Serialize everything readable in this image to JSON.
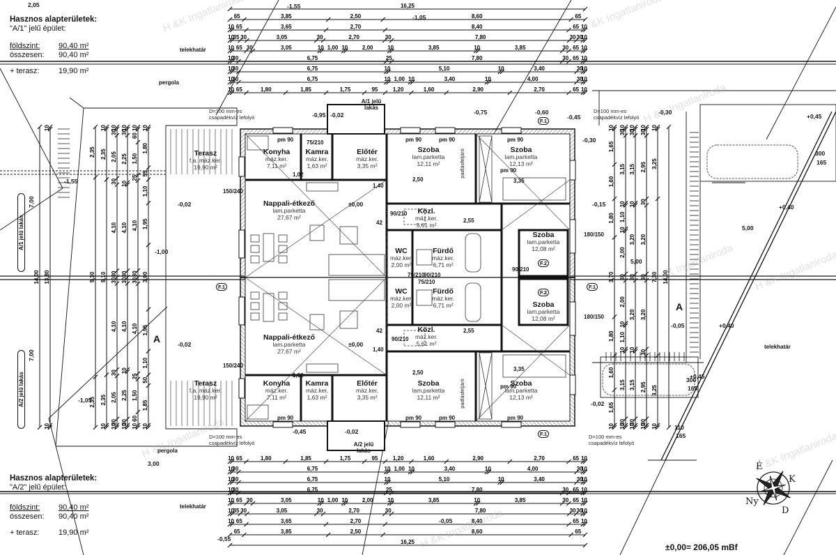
{
  "summary": {
    "a1": {
      "heading": "Hasznos alapterületek:",
      "building": "\"A/1\" jelű épület:",
      "rows": [
        {
          "label": "földszint:",
          "value": "90,40 m²"
        },
        {
          "label": "összesen:",
          "value": "90,40 m²"
        }
      ],
      "terrace": {
        "label": "+ terasz:",
        "value": "19,90 m²"
      }
    },
    "a2": {
      "heading": "Hasznos alapterületek:",
      "building": "\"A/2\" jelű épület:",
      "rows": [
        {
          "label": "földszint:",
          "value": "90,40 m²"
        },
        {
          "label": "összesen:",
          "value": "90,40 m²"
        }
      ],
      "terrace": {
        "label": "+ terasz:",
        "value": "19,90 m²"
      }
    }
  },
  "elevation_reference": "±0,00= 206,05 mBf",
  "labels": {
    "pergola": "pergola",
    "property_line": "telekhatár",
    "unit_a1": "A/1 jelű lakás",
    "unit_a2": "A/2 jelű lakás",
    "drain_1": "D=100 mm-es",
    "drain_2": "csapadékvíz lefolyó",
    "attic_stair": "padlásfeljáró",
    "section": "A",
    "window_f1": "F.1",
    "window_f2": "F.2",
    "left_unit_a1": "A/1 jelű lakás",
    "left_unit_a2": "A/2 jelű lakás"
  },
  "compass": {
    "north": "É",
    "east": "K",
    "south": "D",
    "west": "Ny"
  },
  "watermark": "H &K Ingatlaniroda",
  "rooms": {
    "a1": [
      {
        "name": "Terasz",
        "finish": "f.a. máz.ker.",
        "area": "19,90 m²"
      },
      {
        "name": "Konyha",
        "finish": "máz.ker.",
        "area": "7,11 m²"
      },
      {
        "name": "Kamra",
        "finish": "máz.ker.",
        "area": "1,63 m²"
      },
      {
        "name": "Előtér",
        "finish": "máz.ker.",
        "area": "3,35 m²"
      },
      {
        "name": "Szoba",
        "finish": "lam.parketta",
        "area": "12,11 m²"
      },
      {
        "name": "Szoba",
        "finish": "lam.parketta",
        "area": "12,13 m²"
      },
      {
        "name": "Nappali-étkező",
        "finish": "lam.parketta",
        "area": "27,67 m²"
      },
      {
        "name": "Közl.",
        "finish": "máz.ker.",
        "area": "5,61 m²"
      },
      {
        "name": "WC",
        "finish": "máz.ker.",
        "area": "2,00 m²"
      },
      {
        "name": "Fürdő",
        "finish": "máz.ker.",
        "area": "6,71 m²"
      },
      {
        "name": "Szoba",
        "finish": "lam.parketta",
        "area": "12,08 m²"
      }
    ],
    "a2": [
      {
        "name": "Terasz",
        "finish": "f.a. máz.ker.",
        "area": "19,90 m²"
      },
      {
        "name": "Konyha",
        "finish": "máz.ker.",
        "area": "7,11 m²"
      },
      {
        "name": "Kamra",
        "finish": "máz.ker.",
        "area": "1,63 m²"
      },
      {
        "name": "Előtér",
        "finish": "máz.ker.",
        "area": "3,35 m²"
      },
      {
        "name": "Szoba",
        "finish": "lam.parketta",
        "area": "12,11 m²"
      },
      {
        "name": "Szoba",
        "finish": "lam.parketta",
        "area": "12,13 m²"
      },
      {
        "name": "Nappali-étkező",
        "finish": "lam.parketta",
        "area": "27,67 m²"
      },
      {
        "name": "Közl.",
        "finish": "máz.ker.",
        "area": "5,61 m²"
      },
      {
        "name": "WC",
        "finish": "máz.ker.",
        "area": "2,00 m²"
      },
      {
        "name": "Fürdő",
        "finish": "máz.ker.",
        "area": "6,71 m²"
      },
      {
        "name": "Szoba",
        "finish": "lam.parketta",
        "area": "12,08 m²"
      }
    ]
  },
  "levels": [
    "2,05",
    "-1,55",
    "-1,05",
    "-0,55",
    "-0,05",
    "-0,95",
    "-0,02",
    "-0,75",
    "-0,60",
    "-0,45",
    "-0,30",
    "+0,45",
    "-0,30",
    "±0,00",
    "-0,02",
    "-0,15",
    "+0,40",
    "-1,55",
    "-1,00",
    "±0,00",
    "-0,02",
    "-0,05",
    "+0,40",
    "+0,45",
    "-0,02",
    "-1,05",
    "-0,02",
    "-0,45",
    "5,00",
    "5,00",
    "300",
    "165",
    "300",
    "165",
    "110",
    "165",
    "3,00"
  ],
  "openings": [
    "pm 90",
    "pm 90",
    "pm 90",
    "pm 90",
    "pm 90",
    "pm 90",
    "pm 90",
    "pm 90",
    "pm 90",
    "pm 90",
    "90/210",
    "75/210",
    "90/210",
    "90/210",
    "90/210",
    "75/210",
    "75/210",
    "150/240",
    "150/240",
    "180/150",
    "180/150",
    "1,02",
    "2,50",
    "3,35",
    "1,40",
    "2,55",
    "42",
    "1,02",
    "2,50",
    "3,35",
    "1,40",
    "2,55",
    "42"
  ],
  "dimensions": {
    "top": [
      [
        "16,25"
      ],
      [
        "65",
        "3,85",
        "2,50",
        "8,60",
        "65"
      ],
      [
        "10",
        "65",
        "3,65",
        "2,70",
        "8,40",
        "65",
        "10"
      ],
      [
        "10",
        "35",
        "30",
        "3,05",
        "30",
        "2,70",
        "30",
        "7,80",
        "30",
        "30",
        "10"
      ],
      [
        "10",
        "65",
        "30",
        "3,05",
        "10",
        "1,00",
        "10",
        "2,00",
        "10",
        "3,85",
        "10",
        "3,85",
        "30",
        "65",
        "10"
      ],
      [
        "10",
        "30",
        "6,75",
        "25",
        "7,80",
        "30",
        "65",
        "10"
      ],
      [
        "10",
        "30",
        "6,75",
        "10",
        "5,10",
        "10",
        "3,40",
        "30",
        "10"
      ],
      [
        "10",
        "30",
        "6,75",
        "10",
        "1,00",
        "10",
        "3,40",
        "10",
        "4,00",
        "30",
        "10"
      ],
      [
        "10",
        "65",
        "1,80",
        "1,85",
        "1,75",
        "95",
        "1,20",
        "1,60",
        "2,90",
        "2,70",
        "65",
        "10"
      ]
    ],
    "bottom": [
      [
        "10",
        "65",
        "1,80",
        "1,85",
        "1,75",
        "95",
        "1,20",
        "1,60",
        "2,90",
        "2,70",
        "65",
        "10"
      ],
      [
        "10",
        "30",
        "6,75",
        "10",
        "1,00",
        "10",
        "3,40",
        "10",
        "4,00",
        "30",
        "10"
      ],
      [
        "10",
        "30",
        "6,75",
        "10",
        "5,10",
        "10",
        "3,40",
        "30",
        "10"
      ],
      [
        "10",
        "30",
        "6,75",
        "25",
        "7,80",
        "30",
        "65",
        "10"
      ],
      [
        "10",
        "65",
        "30",
        "3,05",
        "10",
        "1,00",
        "10",
        "2,00",
        "10",
        "3,85",
        "10",
        "3,85",
        "30",
        "65",
        "10"
      ],
      [
        "10",
        "35",
        "30",
        "3,05",
        "30",
        "2,70",
        "30",
        "7,80",
        "30",
        "30",
        "10"
      ],
      [
        "10",
        "65",
        "3,65",
        "2,70",
        "8,40",
        "65",
        "10"
      ],
      [
        "65",
        "3,85",
        "2,50",
        "8,60",
        "65"
      ],
      [
        "16,25"
      ]
    ],
    "left": [
      [
        "14,00"
      ],
      [
        "10",
        "13,80",
        "10"
      ],
      [
        "2,35",
        "9,30",
        "2,35"
      ],
      [
        "10",
        "2,35",
        "9,10",
        "2,35",
        "10"
      ],
      [
        "10",
        "30",
        "2,05",
        "30",
        "4,10",
        "30",
        "30",
        "4,10",
        "30",
        "2,05",
        "30",
        "10"
      ],
      [
        "10",
        "30",
        "2,25",
        "10",
        "4,10",
        "30",
        "30",
        "4,10",
        "10",
        "2,25",
        "30",
        "10"
      ],
      [
        "10",
        "60",
        "1,50",
        "25",
        "4,10",
        "30",
        "30",
        "4,10",
        "25",
        "1,50",
        "60",
        "10"
      ],
      [
        "10",
        "1,80",
        "55",
        "1,10",
        "1,95",
        "3,00",
        "1,95",
        "1,10",
        "50",
        "1,85",
        "10"
      ]
    ],
    "left_units": [
      "7,00",
      "7,00"
    ],
    "right": [
      [
        "10",
        "1,65",
        "1,60",
        "1,80",
        "3,70",
        "1,80",
        "1,60",
        "1,65",
        "10"
      ],
      [
        "10",
        "30",
        "3,15",
        "10",
        "1,10",
        "10",
        "2,00",
        "30",
        "2,00",
        "10",
        "1,10",
        "10",
        "3,15",
        "30",
        "10"
      ],
      [
        "10",
        "30",
        "3,15",
        "10",
        "3,20",
        "30",
        "3,20",
        "10",
        "3,15",
        "30",
        "10"
      ],
      [
        "10",
        "30",
        "2,95",
        "30",
        "3,20",
        "30",
        "3,20",
        "30",
        "2,95",
        "30",
        "10"
      ],
      [
        "10",
        "3,25",
        "7,30",
        "3,25",
        "10"
      ],
      [
        "14,00"
      ]
    ]
  }
}
